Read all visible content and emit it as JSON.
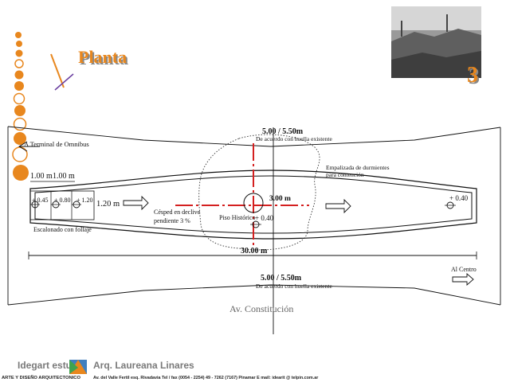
{
  "slide": {
    "title": "Planta",
    "page_number": "3"
  },
  "plan": {
    "top_dimension": "5.00 / 5.50m",
    "top_note": "De acuerdo con huella existente",
    "bottom_dimension": "5.00 / 5.50m",
    "bottom_note": "De acuerdo con huella existente",
    "terminal_label": "A Terminal de Omnibus",
    "width_dims": [
      "1.00 m",
      "1.00 m"
    ],
    "level_marks": [
      "+ 0.45",
      "+ 0.80",
      "+ 1.20",
      "+ 0.40",
      "+ 0.40"
    ],
    "width_120": "1.20 m",
    "slope_note_1": "Césped en declive",
    "slope_note_2": "pendiente 3 %",
    "historic_floor": "Piso Histórico",
    "dim_300": "3.00 m",
    "dim_3000": "30.00 m",
    "sleepers_1": "Empalizada de durmientes",
    "sleepers_2": "para contención",
    "terraced": "Escalonado con follaje",
    "to_center": "Al Centro",
    "avenue": "Av. Constitución"
  },
  "footer": {
    "studio": "Idegart estudio",
    "studio_sub": "ARTE Y DISEÑO ARQUITECTONICO",
    "architect": "Arq. Laureana Linares",
    "contact": "Av. del Valle Fertil esq. Rivadavia  Tel / fax (0054 - 2254) 49 - 7262   (7167)  Pinamar   E mail: idearit @ telpin.com.ar"
  },
  "colors": {
    "accent": "#e8871e",
    "axis_red": "#d42020",
    "ink": "#111111",
    "title_shadow": "#888888"
  }
}
